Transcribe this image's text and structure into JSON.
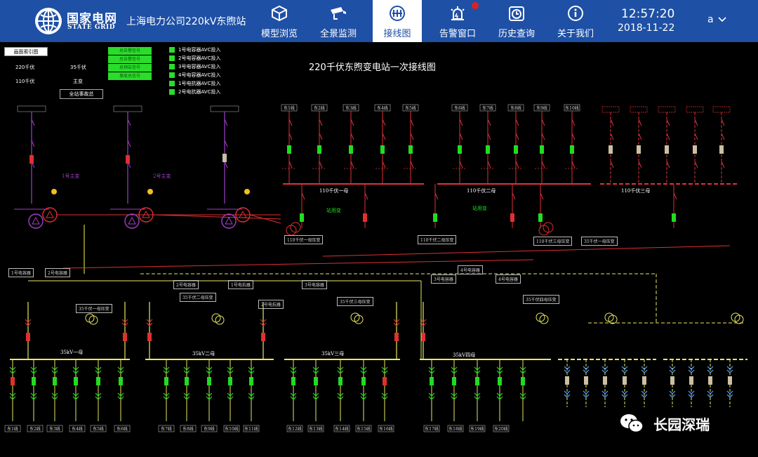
{
  "header": {
    "brand_cn": "国家电网",
    "brand_en": "STATE GRID",
    "station_title": "上海电力公司220kV东煦站",
    "nav": [
      {
        "label": "模型浏览",
        "icon": "cube-icon"
      },
      {
        "label": "全景监测",
        "icon": "camera-icon"
      },
      {
        "label": "接线图",
        "icon": "grid-icon",
        "active": true
      },
      {
        "label": "告警窗口",
        "icon": "alarm-light-icon"
      },
      {
        "label": "历史查询",
        "icon": "clock-icon"
      },
      {
        "label": "关于我们",
        "icon": "info-icon"
      }
    ],
    "time": "12:57:20",
    "date": "2018-11-22",
    "user": "a"
  },
  "diagram": {
    "title": "220千伏东煦变电站一次接线图",
    "legend_button": "画面索引图",
    "legend_items": [
      "220千伏",
      "35千伏",
      "110千伏",
      "主变"
    ],
    "station_alarm": "全站事故总",
    "signal_buttons": [
      "总告警信号",
      "总告警信号",
      "总预告信号",
      "事故总信号"
    ],
    "avc": [
      "1号电容器AVC投入",
      "2号电容器AVC投入",
      "3号电容器AVC投入",
      "4号电容器AVC投入",
      "1号电抗器AVC投入",
      "2号电抗器AVC投入"
    ],
    "transformers": [
      "1号主变",
      "2号主变"
    ],
    "bus_110": [
      "110千伏一母",
      "110千伏二母",
      "110千伏三母"
    ],
    "bus_35": [
      "35kV一母",
      "35kV二母",
      "35kV三母",
      "35kV四母"
    ],
    "labels_35": {
      "b1": "35千伏一母压变",
      "b2": "35千伏二母压变",
      "b3": "35千伏三母压变",
      "b4": "35千伏四母压变",
      "cap1": "1号电容器",
      "cap2": "2号电容器",
      "cap3": "3号电容器",
      "cap4": "4号电容器",
      "rea1": "1号电抗器",
      "rea2": "2号电抗器"
    },
    "feeders_110": [
      "东1线",
      "东2线",
      "东3线",
      "东4线",
      "东5线",
      "东6线",
      "东7线",
      "东8线",
      "东9线",
      "东10线"
    ],
    "feeders_35": [
      "东1线",
      "东2线",
      "东3线",
      "东4线",
      "东5线",
      "东6线",
      "东7线",
      "东8线",
      "东9线",
      "东10线",
      "东11线",
      "东12线",
      "东13线",
      "东14线",
      "东15线",
      "东16线",
      "东17线",
      "东18线",
      "东19线",
      "东20线"
    ],
    "misc": {
      "station_transformer": "站用变",
      "pt1": "110千伏一母压变",
      "pt2": "110千伏二母压变",
      "pt3": "110千伏三母压变",
      "pt4": "35千伏一母压变"
    }
  },
  "watermark": "长园深瑞",
  "colors": {
    "header_bg": "#1e50a5",
    "kv220": "#a040c8",
    "kv110": "#e0303a",
    "kv35": "#e8e860",
    "closed": "#20dd20",
    "open_alt": "#5aa8ff",
    "neutral": "#c8c0a0"
  }
}
